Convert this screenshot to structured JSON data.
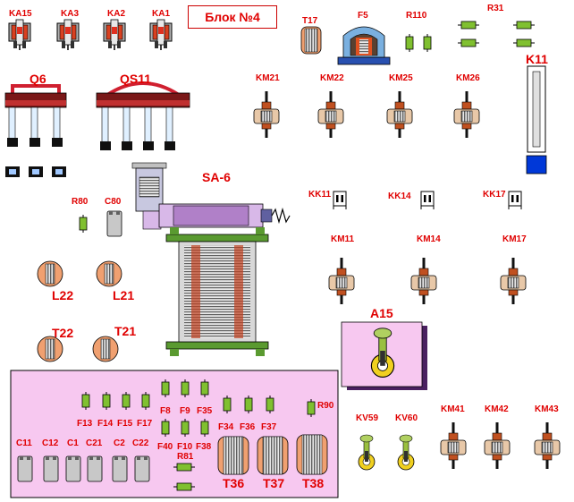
{
  "title": "Блок №4",
  "labels": {
    "ka15": "KA15",
    "ka3": "KA3",
    "ka2": "KA2",
    "ka1": "KA1",
    "t17": "T17",
    "f5": "F5",
    "r110": "R110",
    "r31": "R31",
    "q6": "Q6",
    "qs11": "QS11",
    "k11": "K11",
    "km21": "KM21",
    "km22": "KM22",
    "km25": "KM25",
    "km26": "KM26",
    "sa6": "SA-6",
    "r80": "R80",
    "c80": "C80",
    "kk11": "KK11",
    "kk14": "KK14",
    "kk17": "KK17",
    "km11": "KM11",
    "km14": "KM14",
    "km17": "KM17",
    "l22": "L22",
    "l21": "L21",
    "t22": "T22",
    "t21": "T21",
    "a15": "A15",
    "f8": "F8",
    "f9": "F9",
    "f35": "F35",
    "f13": "F13",
    "f14": "F14",
    "f15": "F15",
    "f17": "F17",
    "f40": "F40",
    "f10": "F10",
    "f38": "F38",
    "f34": "F34",
    "f36": "F36",
    "f37": "F37",
    "r90": "R90",
    "c11": "C11",
    "c12": "C12",
    "c1": "C1",
    "c21": "C21",
    "c2": "C2",
    "c22": "C22",
    "r81": "R81",
    "t36": "T36",
    "t37": "T37",
    "t38": "T38",
    "kv59": "KV59",
    "kv60": "KV60",
    "km41": "KM41",
    "km42": "KM42",
    "km43": "KM43"
  },
  "colors": {
    "label": "#e00000",
    "panel_fill": "#f7c8f0",
    "contactor_body": "#e8c8a8",
    "transformer_disc": "#f0a070",
    "relay_accent": "#e03020",
    "resistor_green": "#80c030",
    "coil_blue": "#0038d8",
    "frame_green": "#5a9a30"
  },
  "icons": {
    "relay": "relay-icon",
    "switch": "switch-icon",
    "contactor": "contactor-icon",
    "resistor": "resistor-icon",
    "capacitor": "capacitor-icon",
    "fuse": "fuse-icon",
    "transformer": "transformer-icon",
    "inductor": "inductor-icon",
    "thermal_relay": "thermal-relay-icon",
    "voltage_relay": "voltage-relay-icon",
    "controller": "controller-icon"
  }
}
